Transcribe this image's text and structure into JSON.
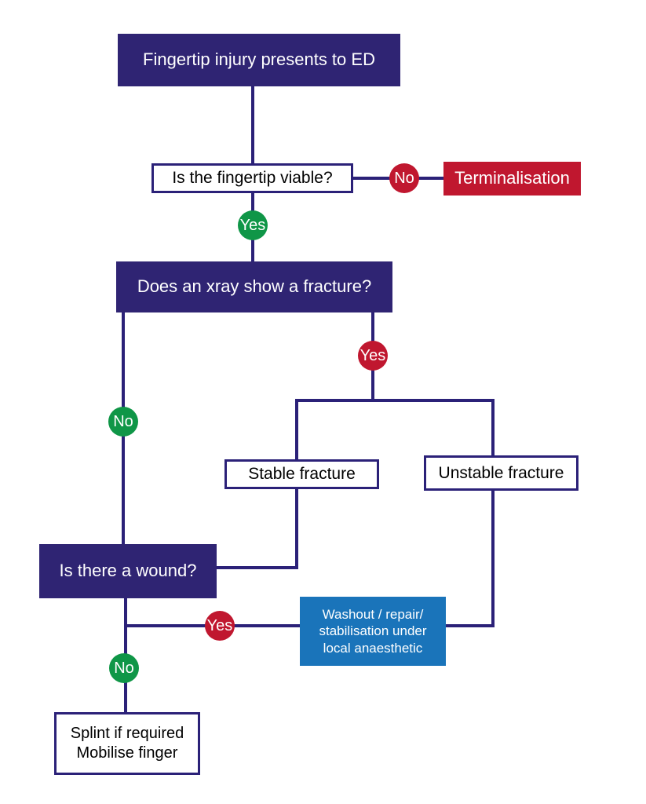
{
  "colors": {
    "navy": "#2f2473",
    "line": "#2b2178",
    "red": "#c0172f",
    "green": "#0f9647",
    "blue": "#1a74ba"
  },
  "nodes": {
    "presents": "Fingertip injury presents to ED",
    "viable": "Is the fingertip viable?",
    "terminalisation": "Terminalisation",
    "xray": "Does an xray show a fracture?",
    "stable": "Stable fracture",
    "unstable": "Unstable fracture",
    "wound": "Is there a wound?",
    "washout": [
      "Washout / repair/",
      "stabilisation under",
      "local anaesthetic"
    ],
    "splint": [
      "Splint if required",
      "Mobilise finger"
    ]
  },
  "labels": {
    "viable_no": "No",
    "viable_yes": "Yes",
    "xray_yes": "Yes",
    "xray_no": "No",
    "wound_yes": "Yes",
    "wound_no": "No"
  }
}
